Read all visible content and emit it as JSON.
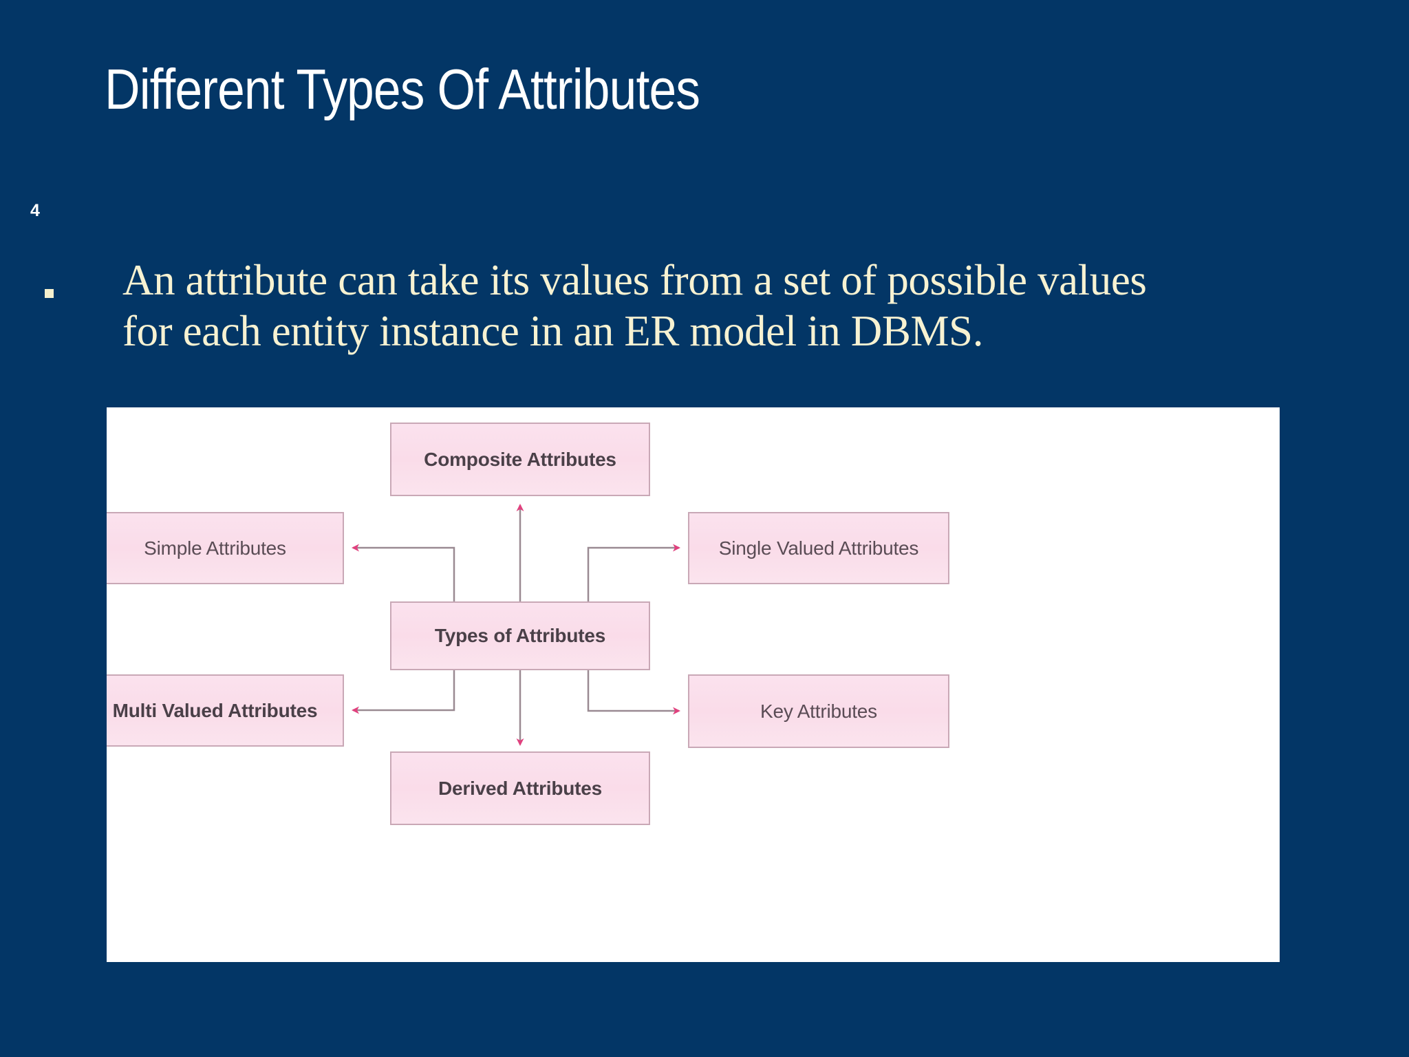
{
  "slide": {
    "title": "Different Types Of Attributes",
    "number": "4",
    "background_color": "#033666",
    "title_color": "#ffffff",
    "body_color": "#F7F2D2"
  },
  "body": {
    "bullet_glyph": "square-bullet",
    "line1": "An attribute can take its values from a set of possible  values",
    "line2": "for each entity instance  in  an  ER model in  DBMS."
  },
  "diagram": {
    "panel_background": "#ffffff",
    "box_fill": "#FADCE9",
    "box_border": "#C9A8B6",
    "arrow_color": "#E0417E",
    "line_color": "#9A8A92",
    "center": {
      "label": "Types of Attributes"
    },
    "nodes": [
      {
        "id": "composite",
        "label": "Composite Attributes",
        "position": "top-center"
      },
      {
        "id": "simple",
        "label": "Simple Attributes",
        "position": "middle-left"
      },
      {
        "id": "single-valued",
        "label": "Single Valued Attributes",
        "position": "middle-right"
      },
      {
        "id": "multi-valued",
        "label": "Multi Valued Attributes",
        "position": "bottom-left"
      },
      {
        "id": "key",
        "label": "Key Attributes",
        "position": "bottom-right"
      },
      {
        "id": "derived",
        "label": "Derived Attributes",
        "position": "bottom-center"
      }
    ]
  }
}
